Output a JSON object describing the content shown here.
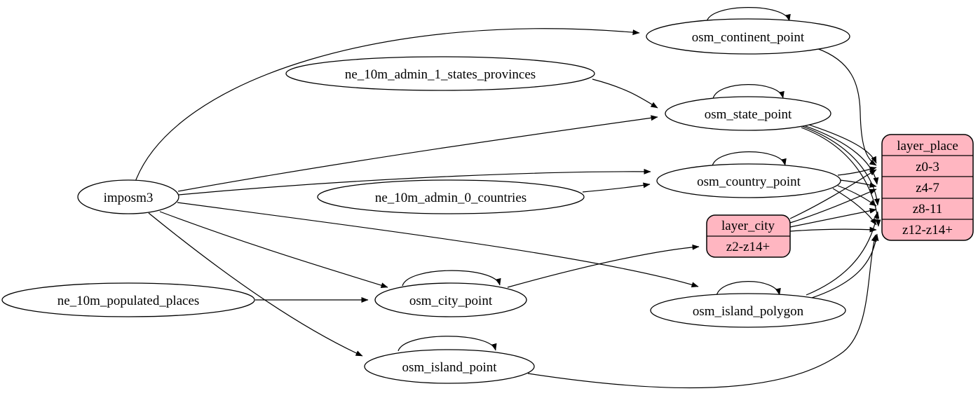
{
  "diagram": {
    "nodes": {
      "imposm3": {
        "label": "imposm3"
      },
      "ne_10m_admin_1_states_provinces": {
        "label": "ne_10m_admin_1_states_provinces"
      },
      "ne_10m_admin_0_countries": {
        "label": "ne_10m_admin_0_countries"
      },
      "ne_10m_populated_places": {
        "label": "ne_10m_populated_places"
      },
      "osm_continent_point": {
        "label": "osm_continent_point"
      },
      "osm_state_point": {
        "label": "osm_state_point"
      },
      "osm_country_point": {
        "label": "osm_country_point"
      },
      "osm_city_point": {
        "label": "osm_city_point"
      },
      "osm_island_polygon": {
        "label": "osm_island_polygon"
      },
      "osm_island_point": {
        "label": "osm_island_point"
      }
    },
    "records": {
      "layer_place": {
        "title": "layer_place",
        "rows": [
          "z0-3",
          "z4-7",
          "z8-11",
          "z12-z14+"
        ]
      },
      "layer_city": {
        "title": "layer_city",
        "rows": [
          "z2-z14+"
        ]
      }
    },
    "colors": {
      "record_fill": "#ffb6c1",
      "record_stroke": "#000000",
      "node_fill": "#ffffff",
      "edge": "#000000"
    }
  }
}
